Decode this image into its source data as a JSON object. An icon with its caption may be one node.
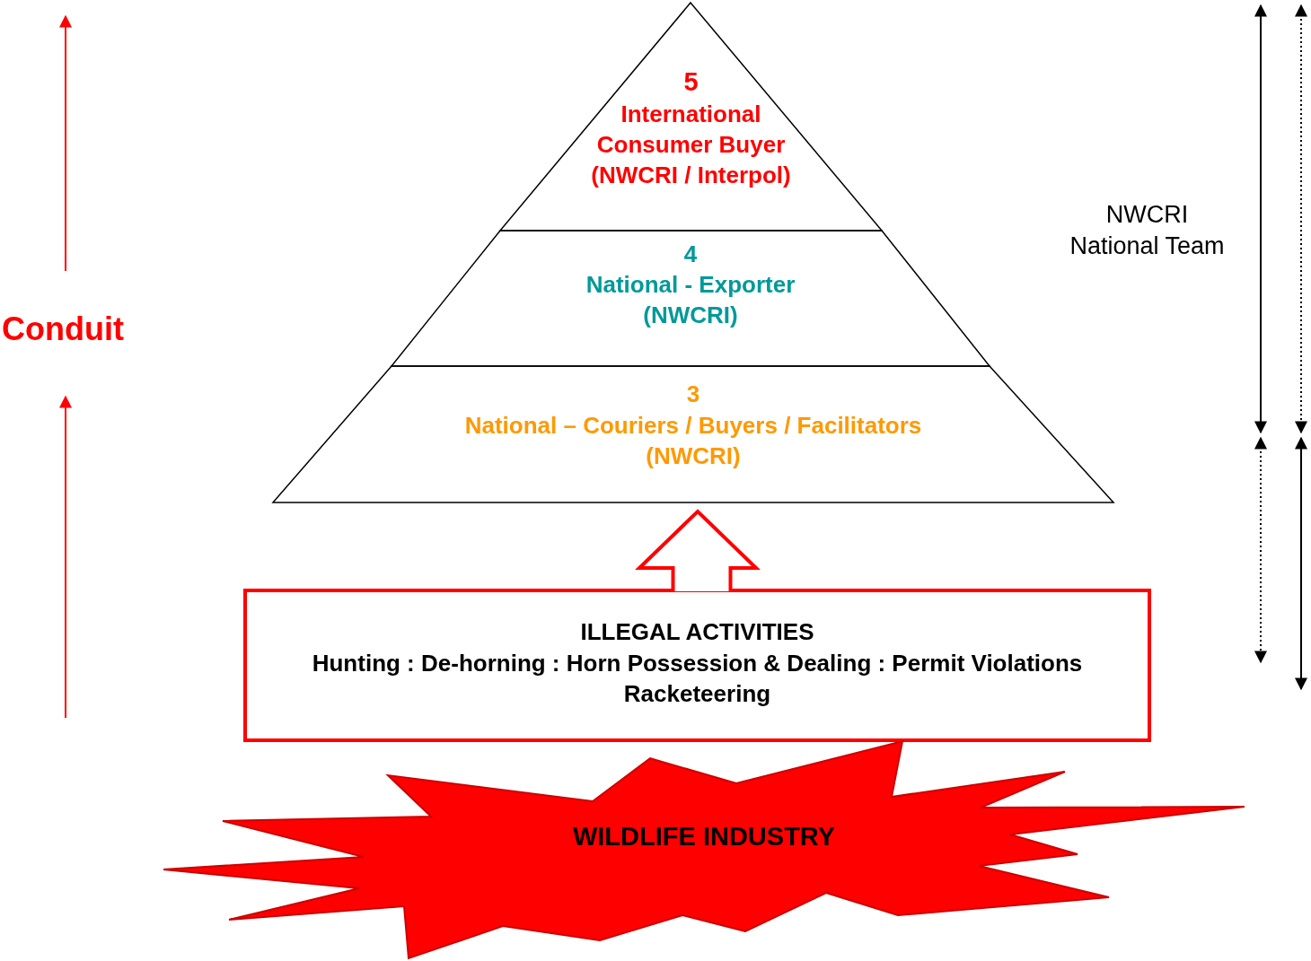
{
  "diagram": {
    "nodes": [
      {
        "text": [
          "5",
          "International Consumer Buyer (NWCRI / Interpol)"
        ]
      },
      {
        "text": [
          "4",
          "National - Exporter (NWCRI)"
        ]
      },
      {
        "text": [
          "3",
          "National – Couriers / Buyers / Facilitators (NWCRI)"
        ]
      },
      {
        "text": [
          "ILLEGAL ACTIVITIES",
          "Hunting : De-horning : Horn Possession & Dealing : Permit Violations Racketeering"
        ]
      },
      {
        "text": [
          "WILDLIFE INDUSTRY"
        ]
      }
    ],
    "edges": [
      {
        "from": 3,
        "to": 2,
        "arrow": "to",
        "style": "thick",
        "color": "#ff0000"
      }
    ],
    "labels": [
      "Conduit",
      "NWCRI National Team"
    ]
  }
}
